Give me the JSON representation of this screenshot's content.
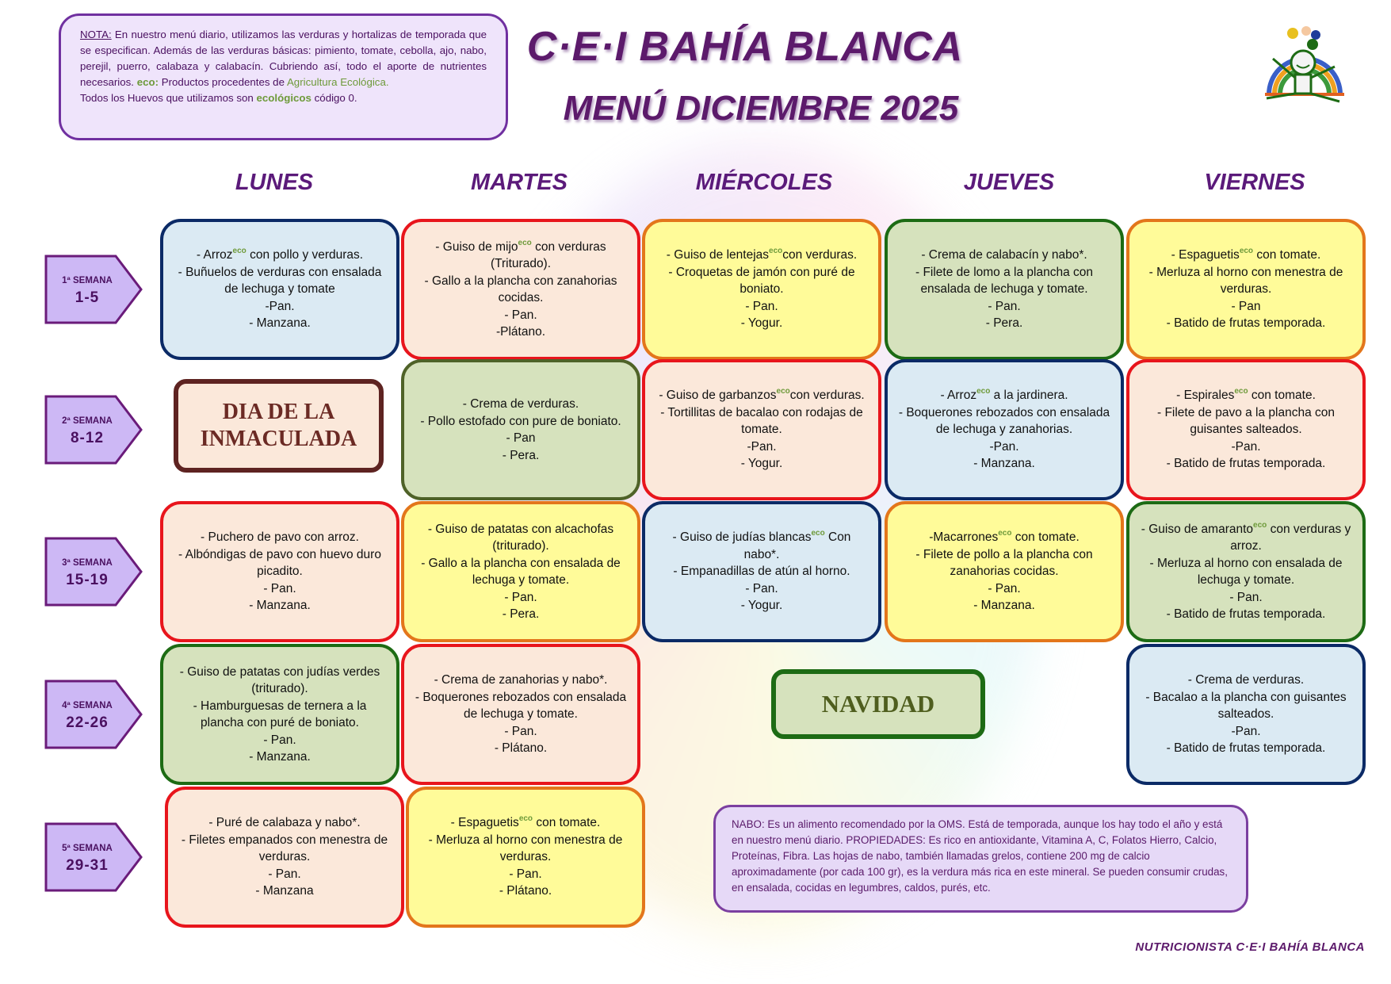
{
  "note": {
    "label": "NOTA:",
    "text1": " En nuestro menú diario, utilizamos las verduras y hortalizas de temporada que se especifican. Además de las verduras básicas: pimiento, tomate, cebolla, ajo, nabo, perejil, puerro, calabaza y calabacín. Cubriendo así, todo el aporte de nutrientes necesarios. ",
    "eco_label": "eco:",
    "text2": " Productos procedentes de ",
    "eco_text": "Agricultura Ecológica.",
    "eggs_pre": "Todos los Huevos que utilizamos son ",
    "eggs_bold": "ecológicos",
    "eggs_post": " código 0."
  },
  "header": {
    "title": "C·E·I BAHÍA BLANCA",
    "subtitle": "MENÚ DICIEMBRE 2025"
  },
  "days": [
    "LUNES",
    "MARTES",
    "MIÉRCOLES",
    "JUEVES",
    "VIERNES"
  ],
  "weeks": [
    {
      "label": "1ª SEMANA",
      "range": "1-5"
    },
    {
      "label": "2ª SEMANA",
      "range": "8-12"
    },
    {
      "label": "3ª SEMANA",
      "range": "15-19"
    },
    {
      "label": "4ª SEMANA",
      "range": "22-26"
    },
    {
      "label": "5ª SEMANA",
      "range": "29-31"
    }
  ],
  "colors": {
    "blue": "#0b2a66",
    "red": "#e8151c",
    "orange": "#e3761b",
    "green": "#1d6b14",
    "purple": "#5c1a6b"
  },
  "cells": [
    {
      "row": 0,
      "col": 0,
      "style": "blue",
      "items": [
        {
          "pre": "- Arroz",
          "eco": "eco",
          "post": " con pollo y verduras."
        },
        "- Buñuelos de verduras con ensalada de lechuga y tomate",
        "-Pan.",
        "- Manzana."
      ]
    },
    {
      "row": 0,
      "col": 1,
      "style": "red",
      "items": [
        {
          "pre": "- Guiso de mijo",
          "eco": "eco",
          "post": " con verduras (Triturado)."
        },
        "- Gallo a la plancha con zanahorias cocidas.",
        "- Pan.",
        "-Plátano."
      ]
    },
    {
      "row": 0,
      "col": 2,
      "style": "orange",
      "items": [
        {
          "pre": "- Guiso de lentejas",
          "eco": "eco",
          "post": "con verduras."
        },
        "- Croquetas de jamón con puré de boniato.",
        "- Pan.",
        "- Yogur."
      ]
    },
    {
      "row": 0,
      "col": 3,
      "style": "green",
      "items": [
        "- Crema de calabacín y nabo*.",
        "- Filete de lomo a la plancha con ensalada de lechuga y tomate.",
        "- Pan.",
        "- Pera."
      ]
    },
    {
      "row": 0,
      "col": 4,
      "style": "orange",
      "items": [
        {
          "pre": "- Espaguetis",
          "eco": "eco",
          "post": " con tomate."
        },
        "- Merluza al horno con menestra de verduras.",
        "- Pan",
        "- Batido de frutas temporada."
      ]
    },
    {
      "row": 1,
      "col": 1,
      "style": "olive",
      "items": [
        "- Crema de verduras.",
        "- Pollo estofado con pure de boniato.",
        "- Pan",
        "- Pera."
      ]
    },
    {
      "row": 1,
      "col": 2,
      "style": "red",
      "items": [
        {
          "pre": "- Guiso de garbanzos",
          "eco": "eco",
          "post": "con verduras."
        },
        "- Tortillitas de bacalao con rodajas de tomate.",
        "-Pan.",
        "- Yogur."
      ]
    },
    {
      "row": 1,
      "col": 3,
      "style": "blue",
      "items": [
        {
          "pre": "- Arroz",
          "eco": "eco",
          "post": " a la jardinera."
        },
        "- Boquerones rebozados con ensalada de lechuga y zanahorias.",
        "-Pan.",
        "- Manzana."
      ]
    },
    {
      "row": 1,
      "col": 4,
      "style": "red",
      "items": [
        {
          "pre": "- Espirales",
          "eco": "eco",
          "post": " con tomate."
        },
        "- Filete de pavo a la plancha con guisantes salteados.",
        "-Pan.",
        "- Batido de frutas temporada."
      ]
    },
    {
      "row": 2,
      "col": 0,
      "style": "red",
      "items": [
        "- Puchero de pavo con arroz.",
        "- Albóndigas de pavo con huevo duro picadito.",
        "- Pan.",
        "- Manzana."
      ]
    },
    {
      "row": 2,
      "col": 1,
      "style": "orange",
      "items": [
        "- Guiso de patatas con alcachofas (triturado).",
        "- Gallo a la plancha con ensalada de lechuga y tomate.",
        "- Pan.",
        "- Pera."
      ]
    },
    {
      "row": 2,
      "col": 2,
      "style": "blue",
      "items": [
        {
          "pre": "- Guiso de judías blancas",
          "eco": "eco",
          "post": " Con nabo*."
        },
        "- Empanadillas de atún al horno.",
        "- Pan.",
        "- Yogur."
      ]
    },
    {
      "row": 2,
      "col": 3,
      "style": "orange",
      "items": [
        {
          "pre": "-Macarrones",
          "eco": "eco",
          "post": " con tomate."
        },
        "- Filete de pollo a la plancha con zanahorias cocidas.",
        "- Pan.",
        "- Manzana."
      ]
    },
    {
      "row": 2,
      "col": 4,
      "style": "green",
      "items": [
        {
          "pre": "- Guiso de amaranto",
          "eco": "eco",
          "post": " con verduras y arroz."
        },
        "- Merluza al horno con ensalada de lechuga y tomate.",
        "- Pan.",
        "- Batido de frutas temporada."
      ]
    },
    {
      "row": 3,
      "col": 0,
      "style": "green",
      "items": [
        "- Guiso de patatas con judías verdes (triturado).",
        "- Hamburguesas de ternera a la plancha con puré de boniato.",
        "- Pan.",
        "- Manzana."
      ]
    },
    {
      "row": 3,
      "col": 1,
      "style": "red",
      "items": [
        "- Crema de zanahorias y nabo*.",
        "- Boquerones rebozados con ensalada de lechuga y tomate.",
        "- Pan.",
        "- Plátano."
      ]
    },
    {
      "row": 3,
      "col": 4,
      "style": "blue",
      "items": [
        "- Crema de verduras.",
        "- Bacalao a la plancha con guisantes salteados.",
        "-Pan.",
        "- Batido de frutas temporada."
      ]
    },
    {
      "row": 4,
      "col": 0,
      "style": "red",
      "items": [
        "- Puré de calabaza y nabo*.",
        "- Filetes empanados con menestra de verduras.",
        "- Pan.",
        "- Manzana"
      ]
    },
    {
      "row": 4,
      "col": 1,
      "style": "orange",
      "items": [
        {
          "pre": "- Espaguetis",
          "eco": "eco",
          "post": " con tomate."
        },
        "- Merluza al horno con menestra de verduras.",
        "- Pan.",
        "- Plátano."
      ]
    }
  ],
  "holidays": {
    "inmaculada": "DIA DE LA INMACULADA",
    "navidad": "NAVIDAD"
  },
  "nabo_info": "NABO: Es un alimento recomendado por la OMS. Está de temporada, aunque los hay todo el año y está en nuestro menú diario. PROPIEDADES: Es rico en antioxidante, Vitamina A, C, Folatos Hierro, Calcio, Proteínas, Fibra. Las hojas de nabo, también llamadas grelos, contiene 200 mg de calcio aproximadamente (por cada 100 gr), es la verdura más rica en este mineral. Se pueden consumir crudas, en ensalada, cocidas en legumbres, caldos, purés, etc.",
  "footer": "NUTRICIONISTA C·E·I BAHÍA BLANCA"
}
